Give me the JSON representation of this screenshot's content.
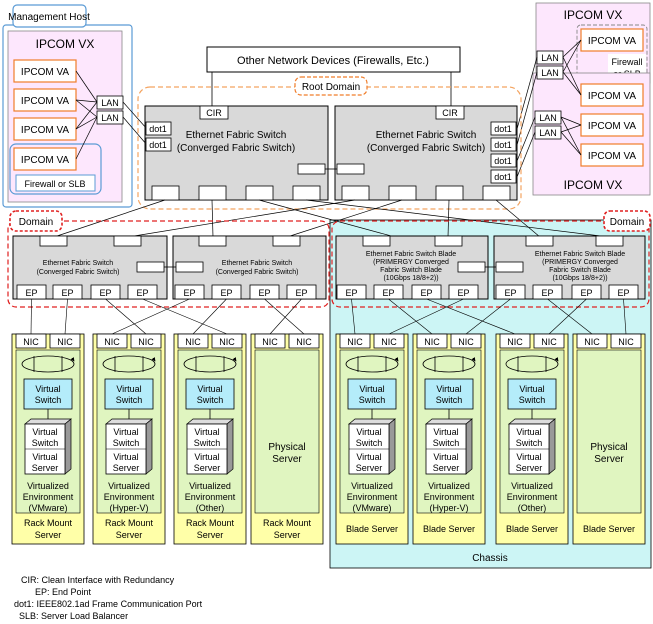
{
  "management_host": {
    "label": "Management Host",
    "ipcom_vx": "IPCOM VX",
    "va_labels": [
      "IPCOM VA",
      "IPCOM VA",
      "IPCOM VA",
      "IPCOM VA"
    ],
    "lan_labels": [
      "LAN",
      "LAN"
    ],
    "firewall_slb": "Firewall or SLB"
  },
  "right_host": {
    "ipcom_vx_top": "IPCOM VX",
    "ipcom_vx_bottom": "IPCOM VX",
    "va_labels": [
      "IPCOM VA",
      "IPCOM VA",
      "IPCOM VA",
      "IPCOM VA"
    ],
    "lan_labels": [
      "LAN",
      "LAN",
      "LAN",
      "LAN"
    ],
    "firewall_slb_line1": "Firewall",
    "firewall_slb_line2": "or SLB"
  },
  "other_devices": "Other Network Devices (Firewalls, Etc.)",
  "root_domain": "Root Domain",
  "cir": "CIR",
  "dot1": "dot1",
  "core_switch_line1": "Ethernet Fabric Switch",
  "core_switch_line2": "(Converged Fabric Switch)",
  "domain_label": "Domain",
  "edge_switch_line1": "Ethernet Fabric Switch",
  "edge_switch_line2": "(Converged Fabric Switch)",
  "blade_switch_lines": [
    "Ethernet Fabric Switch Blade",
    "(PRIMERGY Converged",
    "Fabric Switch Blade",
    "(10Gbps 18/8+2))"
  ],
  "ep": "EP",
  "nic": "NIC",
  "virtual_switch": [
    "Virtual",
    "Switch"
  ],
  "virtual_server": [
    "Virtual",
    "Switch",
    "Virtual",
    "Server"
  ],
  "physical_server": [
    "Physical",
    "Server"
  ],
  "virtualized_env": "Virtualized",
  "environment": "Environment",
  "env_types": [
    "(VMware)",
    "(Hyper-V)",
    "(Other)"
  ],
  "rack_mount": [
    "Rack Mount",
    "Server"
  ],
  "blade_server": "Blade Server",
  "chassis": "Chassis",
  "legend": [
    "CIR: Clean Interface with Redundancy",
    "EP: End Point",
    "dot1: IEEE802.1ad Frame Communication Port",
    "SLB: Server Load Balancer"
  ],
  "colors": {
    "pink_host": "#fde7fd",
    "va_border": "#f07d2a",
    "blue_frame": "#5b9bd5",
    "orange_dash": "#f4a460",
    "red_dash": "#e02020",
    "gray_switch": "#d9d9d9",
    "chassis": "#ccf5f5",
    "server_yellow": "#ffffa8",
    "server_green": "#e0f5c0",
    "vswitch": "#b4ecfa"
  }
}
